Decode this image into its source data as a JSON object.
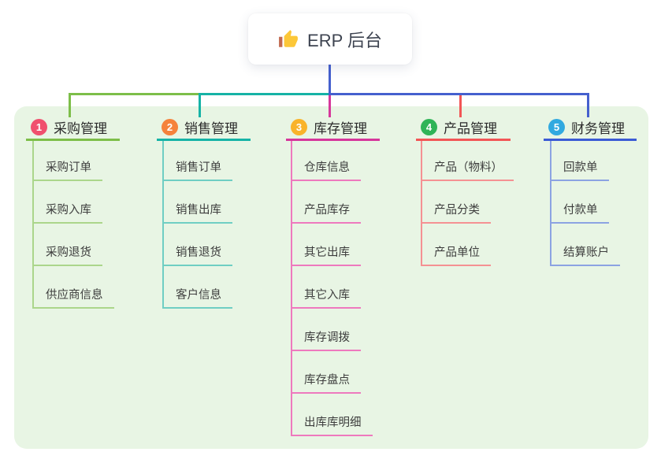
{
  "root_node": {
    "icon": "thumbs-up-icon",
    "label": "ERP 后台"
  },
  "colors": {
    "canvas_bg": "#FFFFFF",
    "panel_bg": "#E8F5E4",
    "trunk_blue": "#4560CE",
    "root_text": "#3D4350",
    "header_text": "#2B2B2B",
    "item_text": "#3D3D3D"
  },
  "branches": [
    {
      "badge": "1",
      "label": "采购管理",
      "badge_color": "#F0506E",
      "branch_color": "#7DBE49",
      "sub_branch_color": "#ABD68B",
      "children": [
        "采购订单",
        "采购入库",
        "采购退货",
        "供应商信息"
      ]
    },
    {
      "badge": "2",
      "label": "销售管理",
      "badge_color": "#F5823C",
      "branch_color": "#16B3A6",
      "sub_branch_color": "#6FCEC3",
      "children": [
        "销售订单",
        "销售出库",
        "销售退货",
        "客户信息"
      ]
    },
    {
      "badge": "3",
      "label": "库存管理",
      "badge_color": "#F9B32A",
      "branch_color": "#D6379B",
      "sub_branch_color": "#EE79BE",
      "children": [
        "仓库信息",
        "产品库存",
        "其它出库",
        "其它入库",
        "库存调拨",
        "库存盘点",
        "出库库明细"
      ]
    },
    {
      "badge": "4",
      "label": "产品管理",
      "badge_color": "#2FB457",
      "branch_color": "#F25656",
      "sub_branch_color": "#F59193",
      "children": [
        "产品（物料）",
        "产品分类",
        "产品单位"
      ]
    },
    {
      "badge": "5",
      "label": "财务管理",
      "badge_color": "#31A9E0",
      "branch_color": "#3B5BD5",
      "sub_branch_color": "#8CA3E2",
      "children": [
        "回款单",
        "付款单",
        "结算账户"
      ]
    }
  ]
}
